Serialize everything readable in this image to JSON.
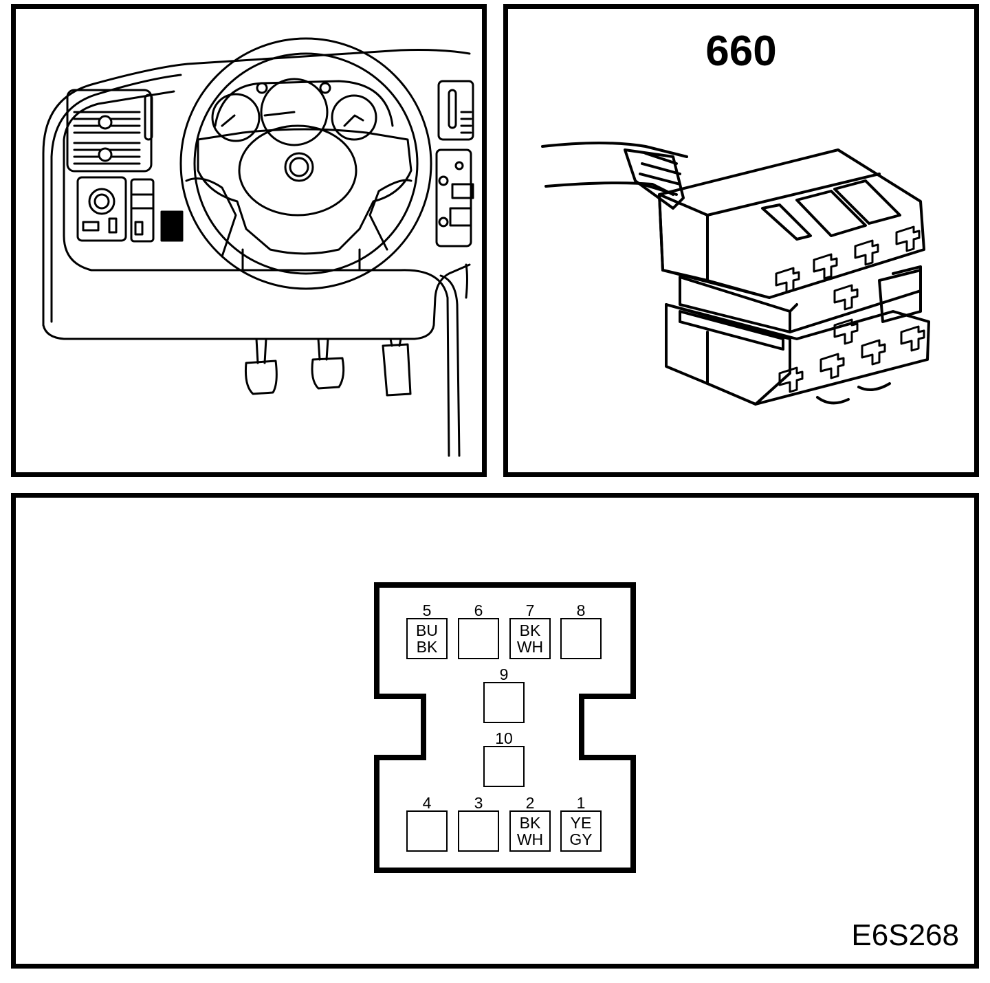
{
  "connector": {
    "number": "660",
    "housing_shape": "H-shaped 10-pin connector face",
    "pins": [
      {
        "id": "5",
        "wire": [
          "BU",
          "BK"
        ]
      },
      {
        "id": "6",
        "wire": []
      },
      {
        "id": "7",
        "wire": [
          "BK",
          "WH"
        ]
      },
      {
        "id": "8",
        "wire": []
      },
      {
        "id": "9",
        "wire": []
      },
      {
        "id": "10",
        "wire": []
      },
      {
        "id": "4",
        "wire": []
      },
      {
        "id": "3",
        "wire": []
      },
      {
        "id": "2",
        "wire": [
          "BK",
          "WH"
        ]
      },
      {
        "id": "1",
        "wire": [
          "YE",
          "GY"
        ]
      }
    ]
  },
  "reference": "E6S268",
  "icons": {
    "dashboard": "dashboard-location-icon",
    "connector": "connector-3d-icon"
  },
  "colors": {
    "line": "#000000",
    "background": "#ffffff"
  }
}
